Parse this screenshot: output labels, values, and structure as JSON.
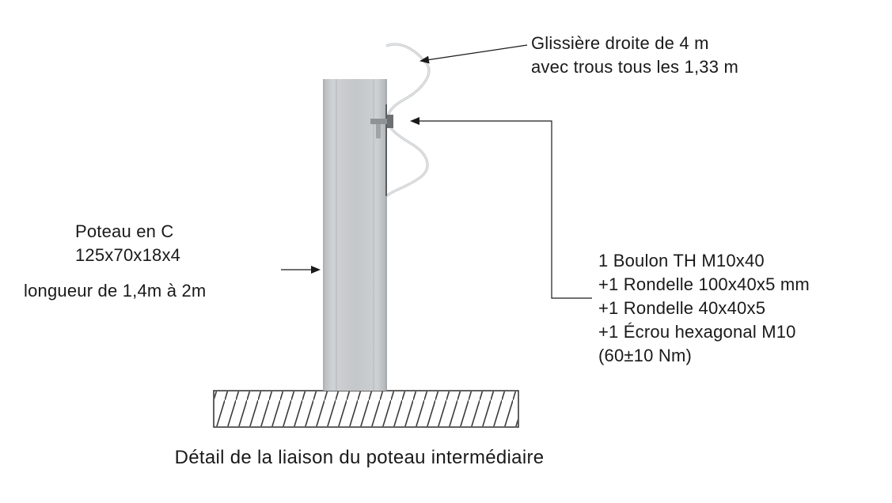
{
  "glissiere": {
    "lines": [
      "Glissière droite de 4 m",
      "avec trous tous les 1,33 m"
    ]
  },
  "poteau": {
    "lines": [
      "Poteau en C",
      "125x70x18x4"
    ],
    "length": "longueur de 1,4m à 2m"
  },
  "boulon": {
    "lines": [
      "1 Boulon TH M10x40",
      "+1 Rondelle 100x40x5 mm",
      "+1 Rondelle 40x40x5",
      "+1 Écrou hexagonal M10",
      "(60±10 Nm)"
    ]
  },
  "caption": "Détail de la liaison du poteau intermédiaire",
  "colors": {
    "post_fill": "#c7cacc",
    "post_dark": "#a9adb0",
    "line": "#1a1a1a",
    "rail": "#b9bcbf",
    "hatch": "#3a3a3a"
  }
}
